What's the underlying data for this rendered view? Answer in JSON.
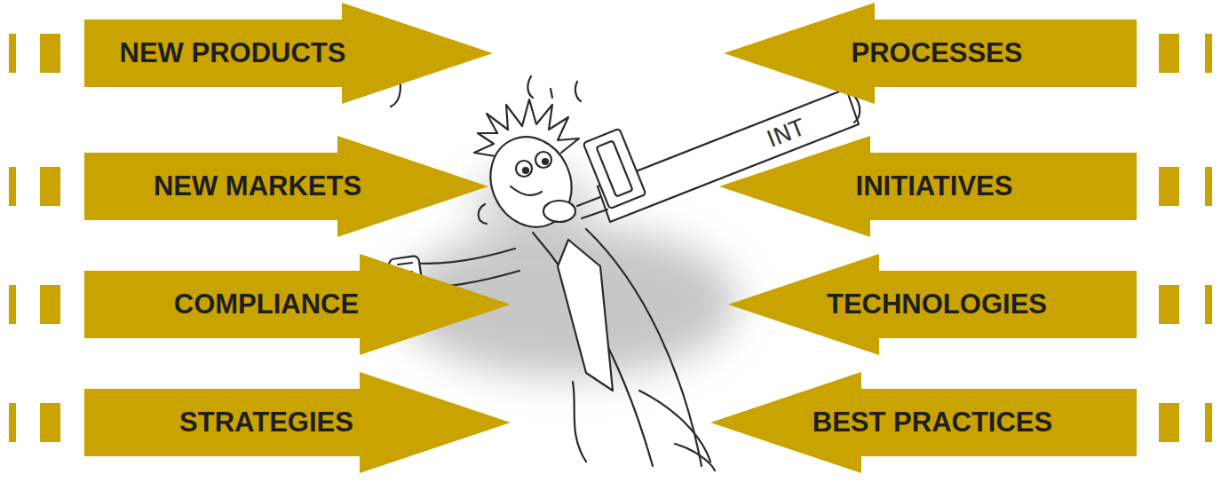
{
  "diagram": {
    "nodes": [
      {
        "text": [
          "NEW PRODUCTS"
        ]
      },
      {
        "text": [
          "PROCESSES"
        ]
      },
      {
        "text": [
          "NEW MARKETS"
        ]
      },
      {
        "text": [
          "INITIATIVES"
        ]
      },
      {
        "text": [
          "COMPLIANCE"
        ]
      },
      {
        "text": [
          "TECHNOLOGIES"
        ]
      },
      {
        "text": [
          "STRATEGIES"
        ]
      },
      {
        "text": [
          "BEST PRACTICES"
        ]
      }
    ],
    "labels": [
      "INT"
    ]
  }
}
